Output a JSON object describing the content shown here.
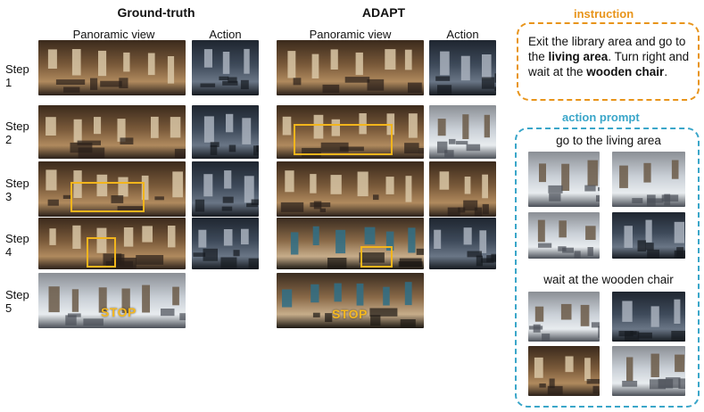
{
  "headers": {
    "gt_title": "Ground-truth",
    "adapt_title": "ADAPT",
    "panoramic_view": "Panoramic view",
    "action": "Action"
  },
  "steps": [
    "Step\n1",
    "Step\n2",
    "Step\n3",
    "Step\n4",
    "Step\n5"
  ],
  "stop_label": "STOP",
  "instruction": {
    "label": "instruction",
    "parts": [
      {
        "text": "Exit the library area and go to the ",
        "bold": false
      },
      {
        "text": "living area",
        "bold": true
      },
      {
        "text": ".  Turn right and wait at the ",
        "bold": false
      },
      {
        "text": "wooden chair",
        "bold": true
      },
      {
        "text": ".",
        "bold": false
      }
    ]
  },
  "action_prompt": {
    "label": "action prompt",
    "prompt1": "go to the living area",
    "prompt2": "wait at the wooden chair"
  },
  "colors": {
    "highlight": "#f2b51c",
    "instruction_border": "#e8941a",
    "action_prompt_border": "#3aa6c9"
  }
}
